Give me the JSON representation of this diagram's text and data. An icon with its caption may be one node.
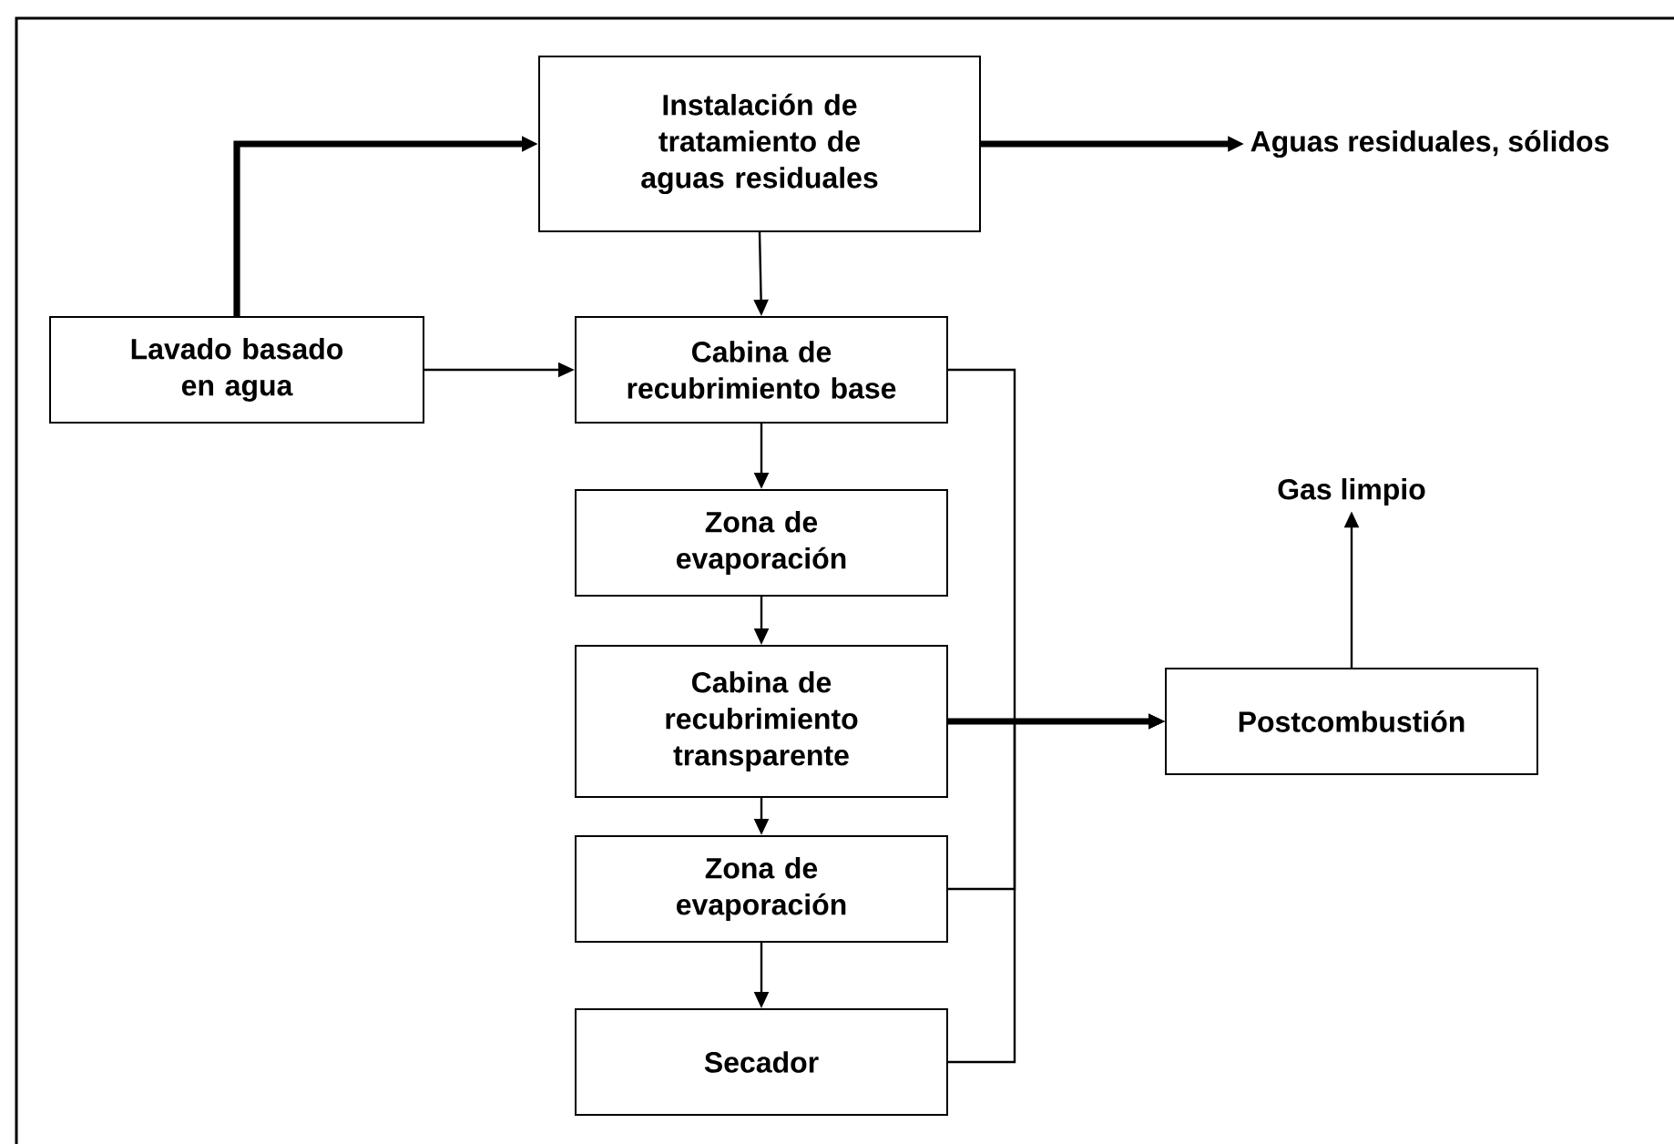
{
  "diagram": {
    "nodes": [
      {
        "text": [
          "Instalación de tratamiento de aguas residuales"
        ]
      },
      {
        "text": [
          "Aguas residuales, sólidos"
        ]
      },
      {
        "text": [
          "Lavado basado en agua"
        ]
      },
      {
        "text": [
          "Cabina de recubrimiento base"
        ]
      },
      {
        "text": [
          "Zona de evaporación"
        ]
      },
      {
        "text": [
          "Cabina de recubrimiento transparente"
        ]
      },
      {
        "text": [
          "Zona de evaporación"
        ]
      },
      {
        "text": [
          "Secador"
        ]
      },
      {
        "text": [
          "Postcombustión"
        ]
      },
      {
        "text": [
          "Gas limpio"
        ]
      }
    ],
    "edges": [
      {
        "from": 2,
        "to": 0,
        "arrow": "to",
        "style": "thick"
      },
      {
        "from": 0,
        "to": 1,
        "arrow": "to",
        "style": "thick"
      },
      {
        "from": 2,
        "to": 3,
        "arrow": "to"
      },
      {
        "from": 0,
        "to": 3,
        "arrow": "to"
      },
      {
        "from": 3,
        "to": 4,
        "arrow": "to"
      },
      {
        "from": 4,
        "to": 5,
        "arrow": "to"
      },
      {
        "from": 5,
        "to": 6,
        "arrow": "to"
      },
      {
        "from": 6,
        "to": 7,
        "arrow": "to"
      },
      {
        "from": 5,
        "to": 8,
        "arrow": "to",
        "style": "thick"
      },
      {
        "from": 3,
        "to": 8,
        "arrow": "to"
      },
      {
        "from": 6,
        "to": 8,
        "arrow": "to"
      },
      {
        "from": 7,
        "to": 8,
        "arrow": "to"
      },
      {
        "from": 8,
        "to": 9,
        "arrow": "to"
      }
    ]
  }
}
